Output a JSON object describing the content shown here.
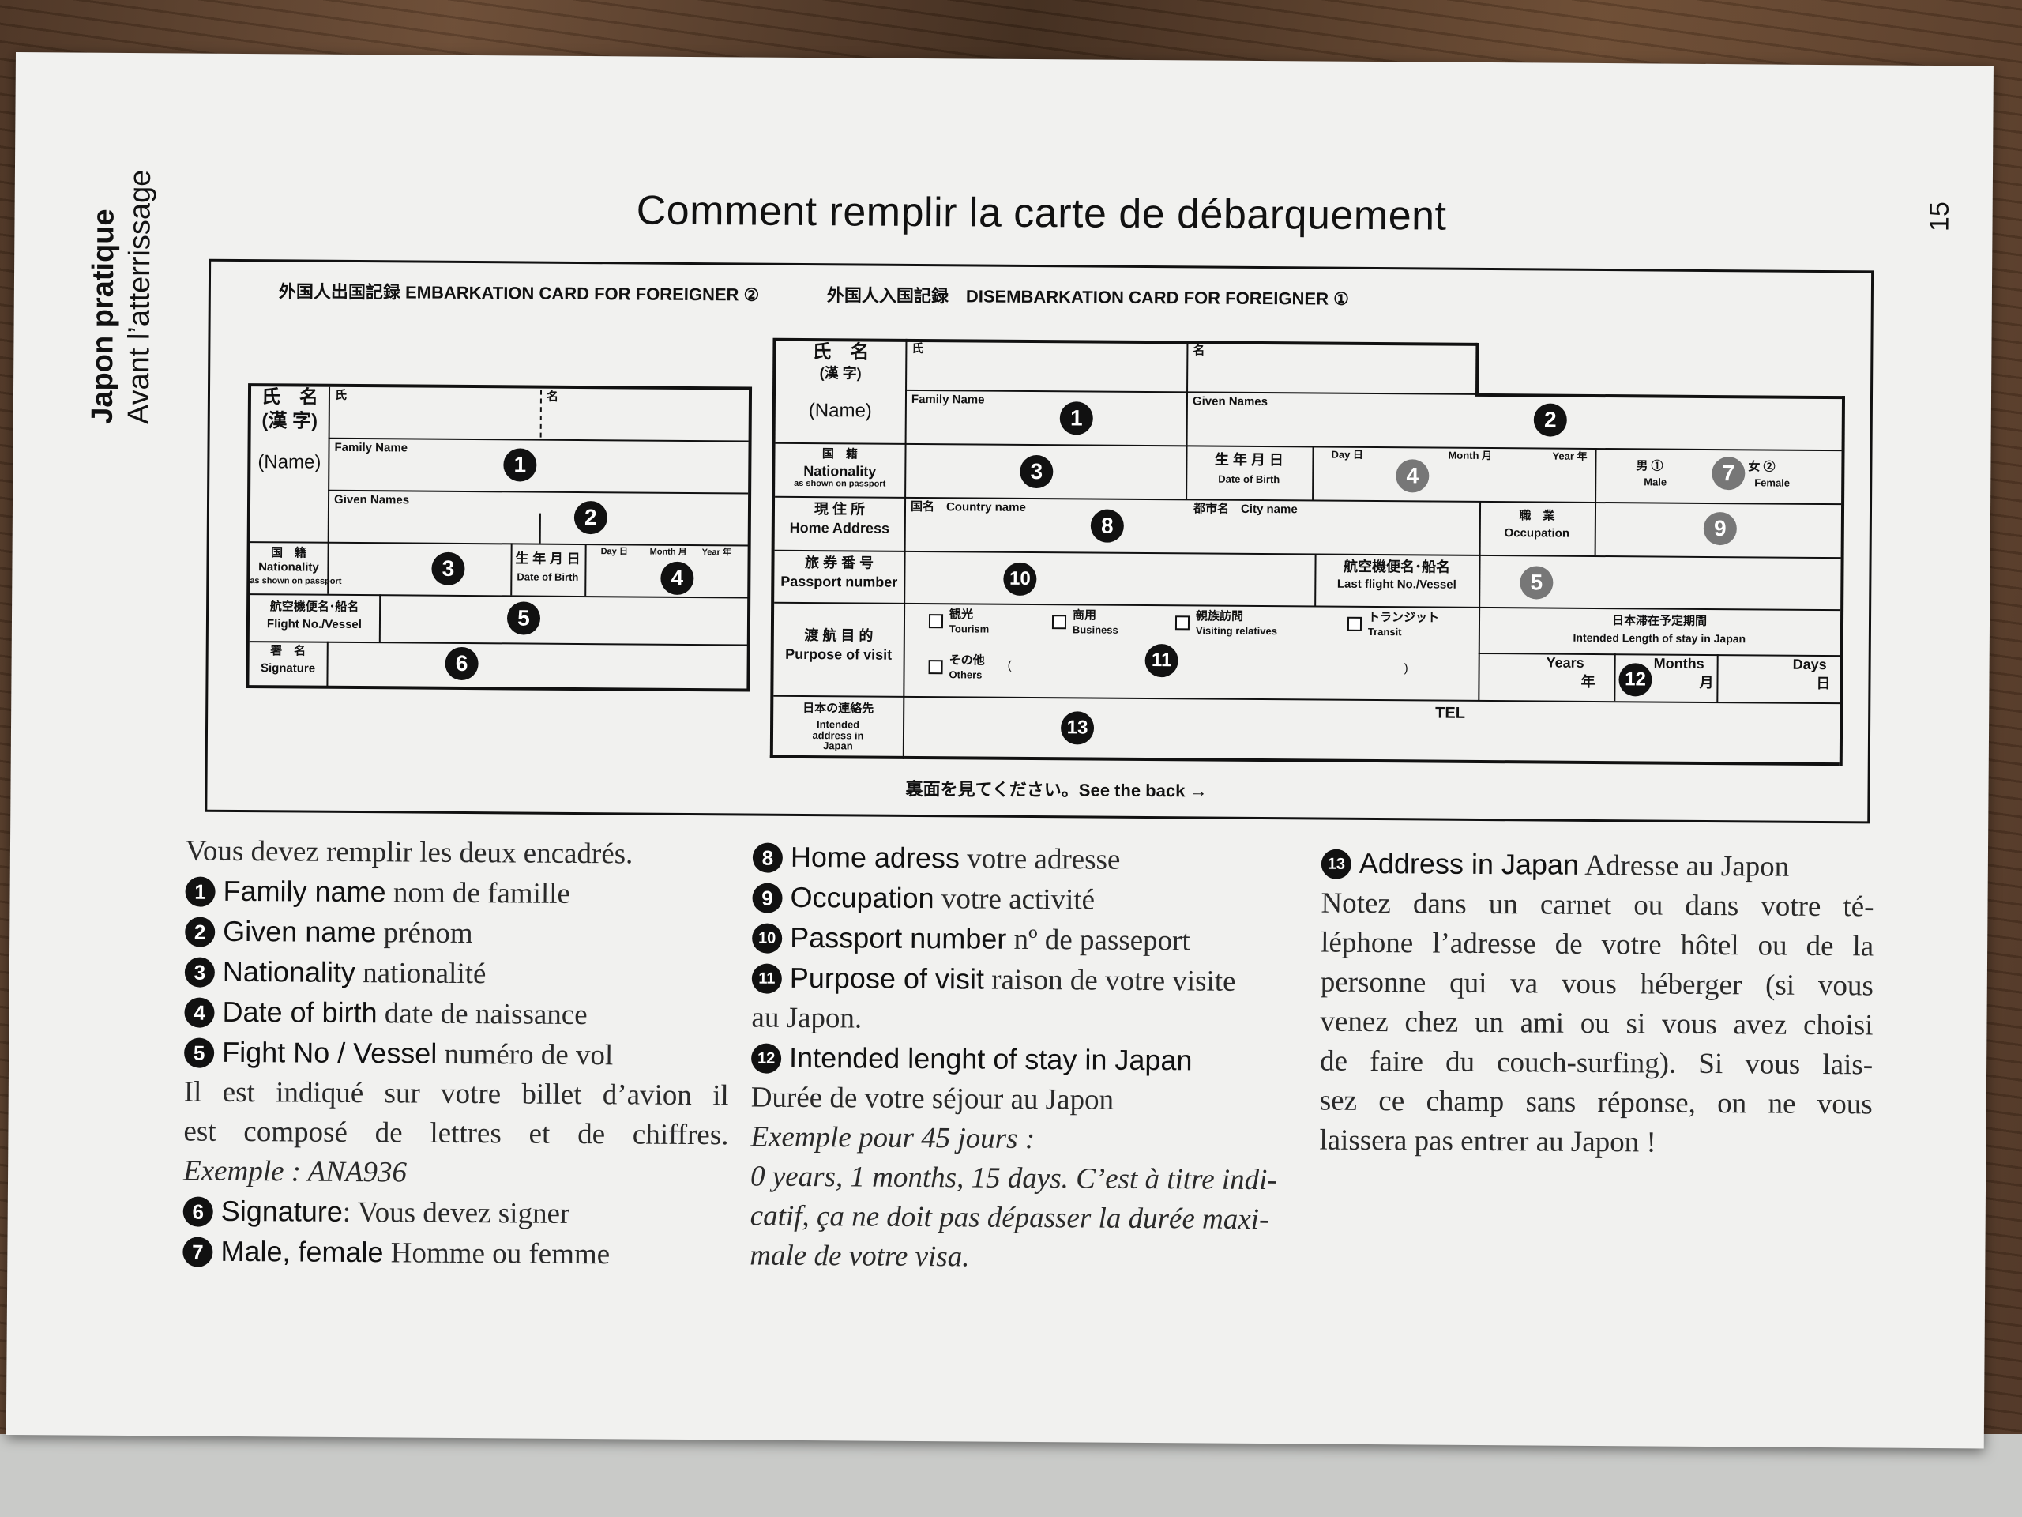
{
  "side": {
    "section": "Japon pratique",
    "subsection": "Avant l’atterrissage"
  },
  "page_number": "15",
  "title": "Comment remplir la carte de débarquement",
  "embarkation": {
    "header": "外国人出国記録 EMBARKATION CARD FOR FOREIGNER ②",
    "name_jp": "氏　名",
    "name_kanji": "(漢 字)",
    "name_en": "(Name)",
    "shi": "氏",
    "mei": "名",
    "family_name": "Family Name",
    "given_names": "Given Names",
    "nationality_jp": "国　籍",
    "nationality": "Nationality",
    "nationality_note": "as shown on passport",
    "dob_jp": "生 年 月 日",
    "dob": "Date of Birth",
    "day": "Day 日",
    "month": "Month 月",
    "year": "Year 年",
    "flight_jp": "航空機便名･船名",
    "flight": "Flight No./Vessel",
    "signature_jp": "署　名",
    "signature": "Signature",
    "marker_1": "1",
    "marker_2": "2",
    "marker_3": "3",
    "marker_4": "4",
    "marker_5": "5",
    "marker_6": "6"
  },
  "disembarkation": {
    "header": "外国人入国記録　DISEMBARKATION CARD FOR FOREIGNER ①",
    "name_jp": "氏　名",
    "name_kanji": "(漢 字)",
    "name_en": "(Name)",
    "shi": "氏",
    "mei": "名",
    "family_name": "Family Name",
    "given_names": "Given Names",
    "nationality_jp": "国　籍",
    "nationality": "Nationality",
    "nationality_note": "as shown on passport",
    "dob_jp": "生 年 月 日",
    "dob": "Date of Birth",
    "day": "Day 日",
    "month": "Month 月",
    "year": "Year 年",
    "male_jp": "男 ①",
    "male": "Male",
    "female_jp": "女 ②",
    "female": "Female",
    "home_jp": "現 住 所",
    "home": "Home Address",
    "country_name": "国名　Country name",
    "city_name": "都市名　City name",
    "occupation_jp": "職　業",
    "occupation": "Occupation",
    "passport_jp": "旅 券 番 号",
    "passport": "Passport number",
    "last_flight_jp": "航空機便名･船名",
    "last_flight": "Last flight No./Vessel",
    "purpose_jp": "渡 航 目 的",
    "purpose": "Purpose of visit",
    "tourism_jp": "観光",
    "tourism": "Tourism",
    "business_jp": "商用",
    "business": "Business",
    "visiting_jp": "親族訪問",
    "visiting": "Visiting relatives",
    "transit_jp": "トランジット",
    "transit": "Transit",
    "others_jp": "その他",
    "others": "Others",
    "paren_open": "(",
    "paren_close": ")",
    "stay_jp": "日本滞在予定期間",
    "stay": "Intended Length of stay in Japan",
    "years": "Years",
    "years_jp": "年",
    "months": "Months",
    "months_jp": "月",
    "days": "Days",
    "days_jp": "日",
    "address_jp": "日本の連絡先",
    "address": "Intended address in Japan",
    "tel": "TEL",
    "see_back": "裏面を見てください。See the back →",
    "marker_1": "1",
    "marker_2": "2",
    "marker_3": "3",
    "marker_4": "4",
    "marker_5": "5",
    "marker_7": "7",
    "marker_8": "8",
    "marker_9": "9",
    "marker_10": "10",
    "marker_11": "11",
    "marker_12": "12",
    "marker_13": "13"
  },
  "col1": {
    "intro": "Vous devez remplir les deux encadrés.",
    "items": [
      {
        "n": "1",
        "en": "Family name",
        "fr": "nom de famille"
      },
      {
        "n": "2",
        "en": "Given name",
        "fr": "prénom"
      },
      {
        "n": "3",
        "en": "Nationality",
        "fr": "nationalité"
      },
      {
        "n": "4",
        "en": "Date of birth",
        "fr": "date de naissance"
      },
      {
        "n": "5",
        "en": "Fight No / Vessel",
        "fr": "numéro de vol"
      }
    ],
    "flight_text": [
      "Il est indiqué sur votre billet d’avion il",
      "est composé de lettres et de chiffres."
    ],
    "example": "Exemple : ANA936",
    "items2": [
      {
        "n": "6",
        "en": "Signature",
        "fr": ": Vous devez signer"
      },
      {
        "n": "7",
        "en": "Male, female",
        "fr": "Homme ou femme"
      }
    ]
  },
  "col2": {
    "items": [
      {
        "n": "8",
        "en": "Home adress",
        "fr": "votre adresse"
      },
      {
        "n": "9",
        "en": "Occupation",
        "fr": "votre activité"
      },
      {
        "n": "10",
        "en": "Passport number",
        "fr": "nº de passeport"
      },
      {
        "n": "11",
        "en": "Purpose of visit",
        "fr": "raison de votre visite"
      }
    ],
    "purpose_cont": "au Japon.",
    "stay_n": "12",
    "stay_en": "Intended lenght of stay in Japan",
    "stay_fr": "Durée de votre séjour au Japon",
    "example_lines": [
      "Exemple pour 45 jours :",
      "0 years, 1 months, 15 days. C’est à titre indi-",
      "catif, ça ne doit pas dépasser la durée maxi-",
      "male de votre visa."
    ]
  },
  "col3": {
    "n": "13",
    "en": "Address in Japan",
    "fr": "Adresse au Japon",
    "lines": [
      "Notez dans un carnet ou dans votre té-",
      "léphone l’adresse de votre hôtel ou de la",
      "personne qui va vous héberger (si vous",
      "venez chez un ami ou si vous avez choisi",
      "de faire du couch-surfing). Si vous lais-",
      "sez ce champ sans réponse, on ne vous",
      "laissera pas entrer au Japon !"
    ]
  }
}
